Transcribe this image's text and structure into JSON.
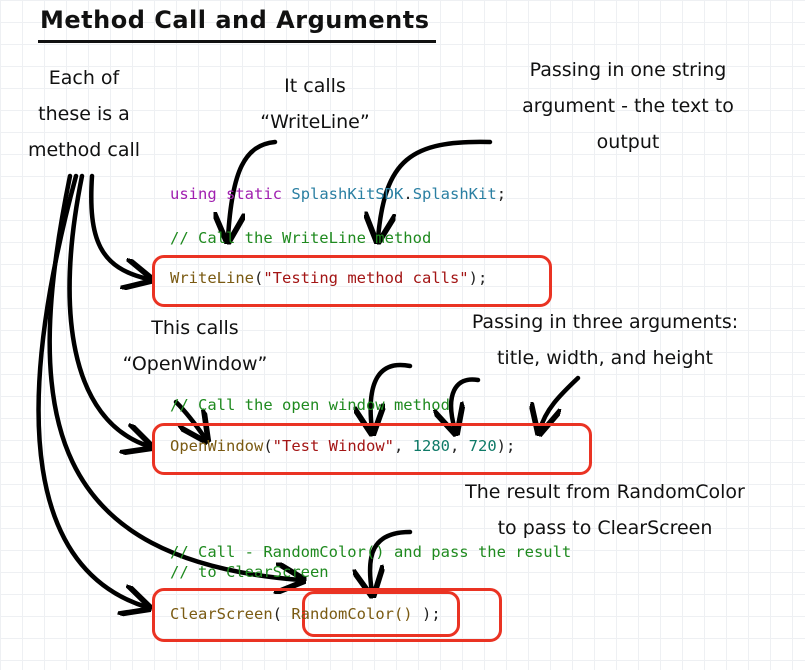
{
  "title": "Method Call and Arguments",
  "annotations": {
    "each_method_call": [
      "Each of",
      "these is a",
      "method call"
    ],
    "calls_writeline": [
      "It calls",
      "“WriteLine”"
    ],
    "one_string_arg": [
      "Passing in one string",
      "argument - the text to",
      "output"
    ],
    "calls_openwindow": [
      "This calls",
      "“OpenWindow”"
    ],
    "three_args": [
      "Passing in three arguments:",
      "title, width, and height"
    ],
    "randomcolor_result": [
      "The result from RandomColor",
      "to pass to ClearScreen"
    ]
  },
  "code": {
    "using_kw": "using",
    "static_kw": "static",
    "namespace": "SplashKitSDK",
    "dot": ".",
    "classname": "SplashKit",
    "semicolon": ";",
    "comment1": "// Call the WriteLine method",
    "writeline_fn": "WriteLine",
    "writeline_open": "(",
    "writeline_arg": "\"Testing method calls\"",
    "writeline_close": ");",
    "comment2": "// Call the open window method",
    "openwindow_fn": "OpenWindow",
    "openwindow_open": "(",
    "openwindow_arg1": "\"Test Window\"",
    "comma1": ", ",
    "openwindow_arg2": "1280",
    "comma2": ", ",
    "openwindow_arg3": "720",
    "openwindow_close": ");",
    "comment3a": "// Call - RandomColor() and pass the result",
    "comment3b": "// to ClearScreen",
    "clearscreen_fn": "ClearScreen",
    "clearscreen_open": "( ",
    "randomcolor_call": "RandomColor()",
    "clearscreen_close": " );"
  },
  "colors": {
    "highlight_box": "#ea3323",
    "keyword": "#a020b0",
    "namespace": "#2a7fa2",
    "method": "#7a5a12",
    "string": "#a31515",
    "number": "#0f7a68",
    "comment": "#1f8a1f",
    "arrow": "#000000"
  }
}
